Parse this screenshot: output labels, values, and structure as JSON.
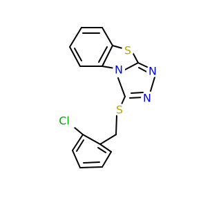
{
  "diagram": {
    "type": "structural-formula",
    "colors": {
      "bond": "#000000",
      "sulfur": "#b5a800",
      "nitrogen": "#0000ff",
      "chlorine": "#00aa00",
      "background": "#ffffff"
    },
    "atoms": [
      {
        "id": "s1",
        "element": "S",
        "label": "S",
        "color_key": "sulfur"
      },
      {
        "id": "n4",
        "element": "N",
        "label": "N",
        "color_key": "nitrogen"
      },
      {
        "id": "n1",
        "element": "N",
        "label": "N",
        "color_key": "nitrogen"
      },
      {
        "id": "n2",
        "element": "N",
        "label": "N",
        "color_key": "nitrogen"
      },
      {
        "id": "s2",
        "element": "S",
        "label": "S",
        "color_key": "sulfur"
      },
      {
        "id": "cl",
        "element": "Cl",
        "label": "Cl",
        "color_key": "chlorine"
      }
    ]
  }
}
